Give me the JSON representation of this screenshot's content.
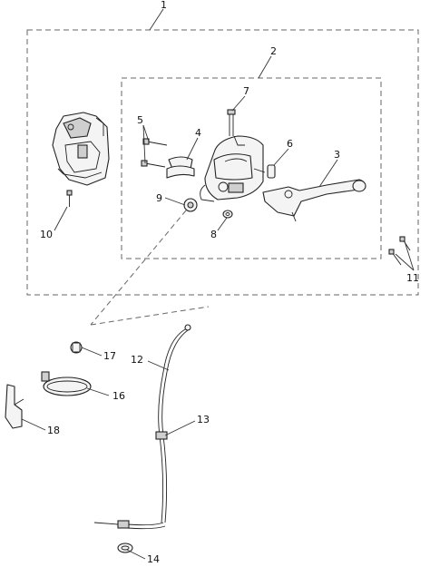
{
  "callouts": {
    "c1": "1",
    "c2": "2",
    "c3": "3",
    "c4": "4",
    "c5": "5",
    "c6": "6",
    "c7": "7",
    "c8": "8",
    "c9": "9",
    "c10": "10",
    "c11": "11",
    "c12": "12",
    "c13": "13",
    "c14": "14",
    "c16": "16",
    "c17": "17",
    "c18": "18"
  },
  "colors": {
    "line": "#222222",
    "dashed_box": "#666666",
    "part_fill": "#f4f4f4"
  }
}
